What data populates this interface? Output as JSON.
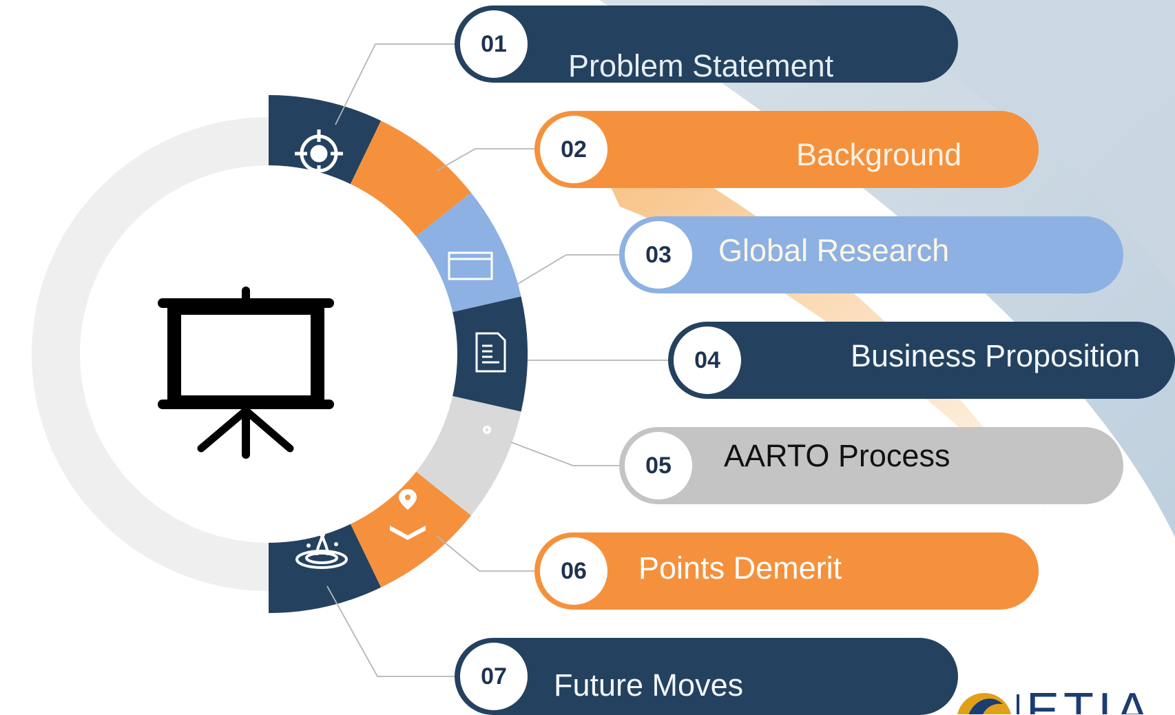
{
  "items": [
    {
      "number": "01",
      "label": "Problem Statement",
      "color": "#24425f",
      "text_color": "#e6eef6",
      "icon": "target-icon"
    },
    {
      "number": "02",
      "label": "Background",
      "color": "#f5913c",
      "text_color": "#fdf2e6",
      "icon": "blank-icon"
    },
    {
      "number": "03",
      "label": "Global Research",
      "color": "#8db1e2",
      "text_color": "#fff6e4",
      "icon": "window-icon"
    },
    {
      "number": "04",
      "label": "Business Proposition",
      "color": "#24425f",
      "text_color": "#f3f7fb",
      "icon": "document-icon"
    },
    {
      "number": "05",
      "label": "AARTO Process",
      "color": "#c4c4c4",
      "text_color": "#111111",
      "icon": "plus-dot-icon"
    },
    {
      "number": "06",
      "label": "Points Demerit",
      "color": "#f5913c",
      "text_color": "#ffffff",
      "icon": "map-pin-icon"
    },
    {
      "number": "07",
      "label": "Future Moves",
      "color": "#24425f",
      "text_color": "#f3f7fb",
      "icon": "water-drop-icon"
    }
  ],
  "center_icon": "presentation-board-icon",
  "logo": {
    "text": "ETIA",
    "icon": "eagle-logo-icon"
  }
}
